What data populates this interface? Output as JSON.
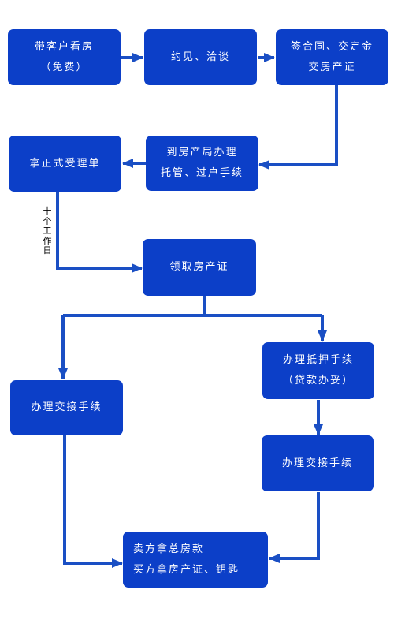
{
  "flow": {
    "steps": {
      "view_house": {
        "line1": "带客户看房",
        "line2": "（免费）"
      },
      "meet_negotiate": {
        "line1": "约见、洽谈"
      },
      "sign_contract": {
        "line1": "签合同、交定金",
        "line2": "交房产证"
      },
      "housing_bureau": {
        "line1": "到房产局办理",
        "line2": "托管、过户手续"
      },
      "receipt": {
        "line1": "拿正式受理单"
      },
      "certificate": {
        "line1": "领取房产证"
      },
      "mortgage": {
        "line1": "办理抵押手续",
        "line2": "（贷款办妥）"
      },
      "handover_left": {
        "line1": "办理交接手续"
      },
      "handover_right": {
        "line1": "办理交接手续"
      },
      "final": {
        "line1": "卖方拿总房款",
        "line2": "买方拿房产证、钥匙"
      }
    },
    "note": [
      "十",
      "个",
      "工",
      "作",
      "日"
    ]
  },
  "colors": {
    "box": "#0c3fc8",
    "connector": "#1a4fc4",
    "text": "#ffffff"
  }
}
